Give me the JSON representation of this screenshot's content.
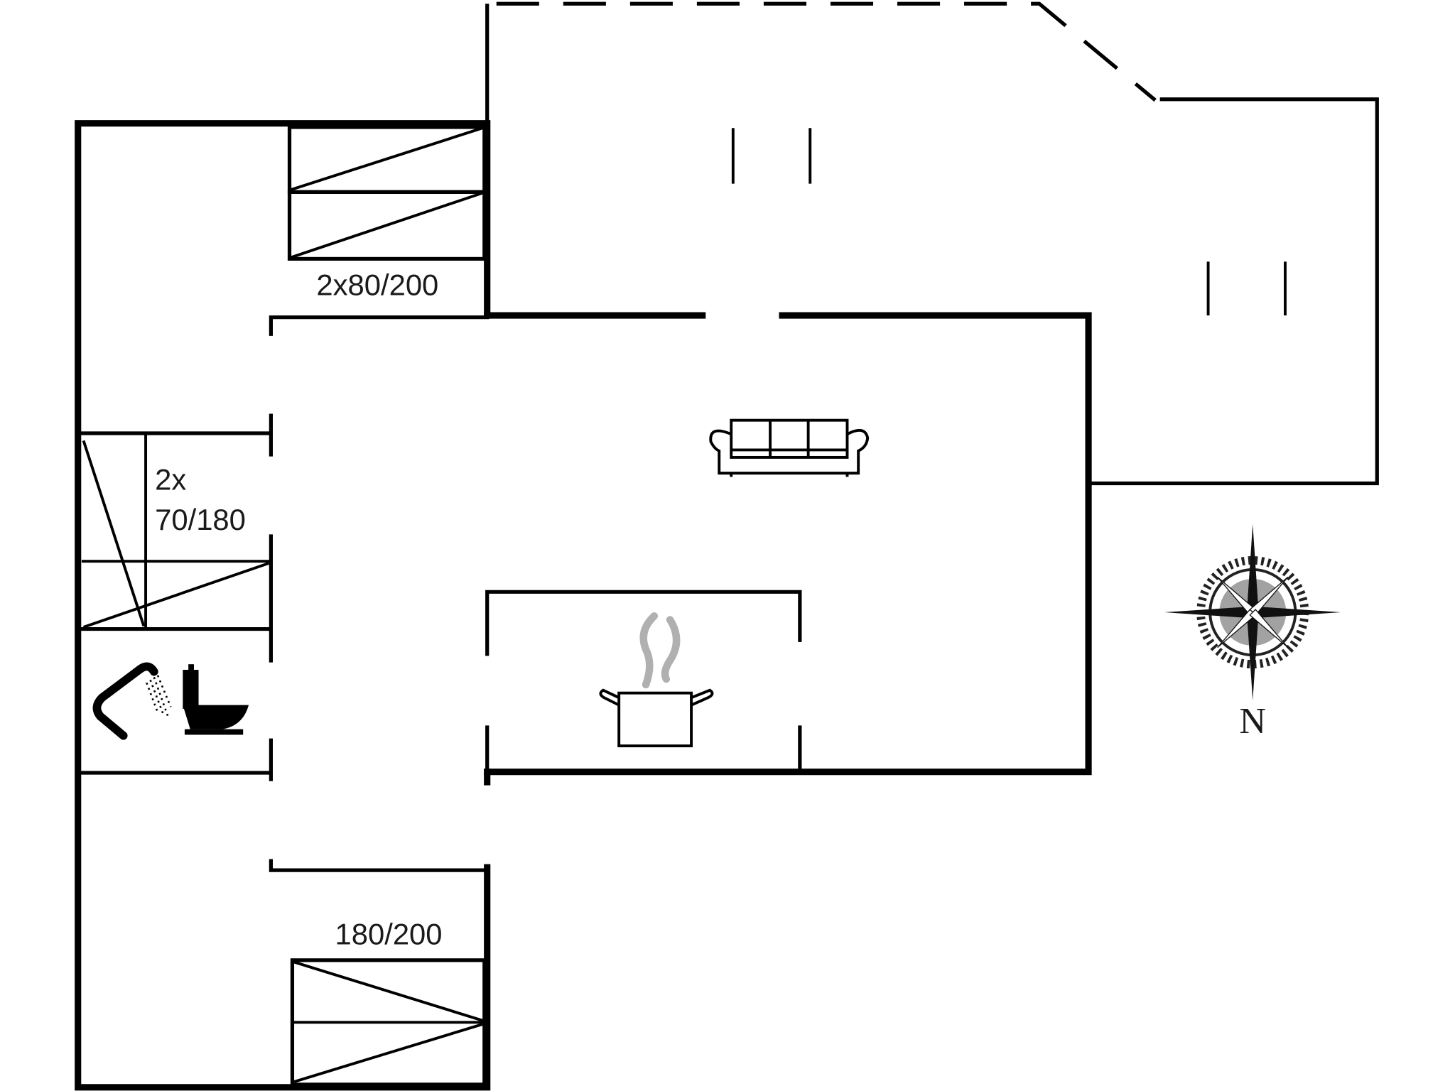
{
  "plan": {
    "type": "floor plan",
    "background": "#ffffff",
    "line_color": "#000000",
    "steam_color": "#b0b0b0"
  },
  "rooms": {
    "bedroom_top": {
      "bed_label": "2x80/200"
    },
    "bedroom_bunk": {
      "bed_label_line1": "2x",
      "bed_label_line2": "70/180"
    },
    "bathroom": {
      "icons": [
        "shower-icon",
        "toilet-icon"
      ]
    },
    "living_room": {
      "icons": [
        "sofa-icon"
      ]
    },
    "kitchen": {
      "icons": [
        "cooking-pot-icon"
      ]
    },
    "bedroom_bottom": {
      "bed_label": "180/200"
    },
    "terrace": {
      "outline": "dashed"
    }
  },
  "compass": {
    "label": "N"
  }
}
